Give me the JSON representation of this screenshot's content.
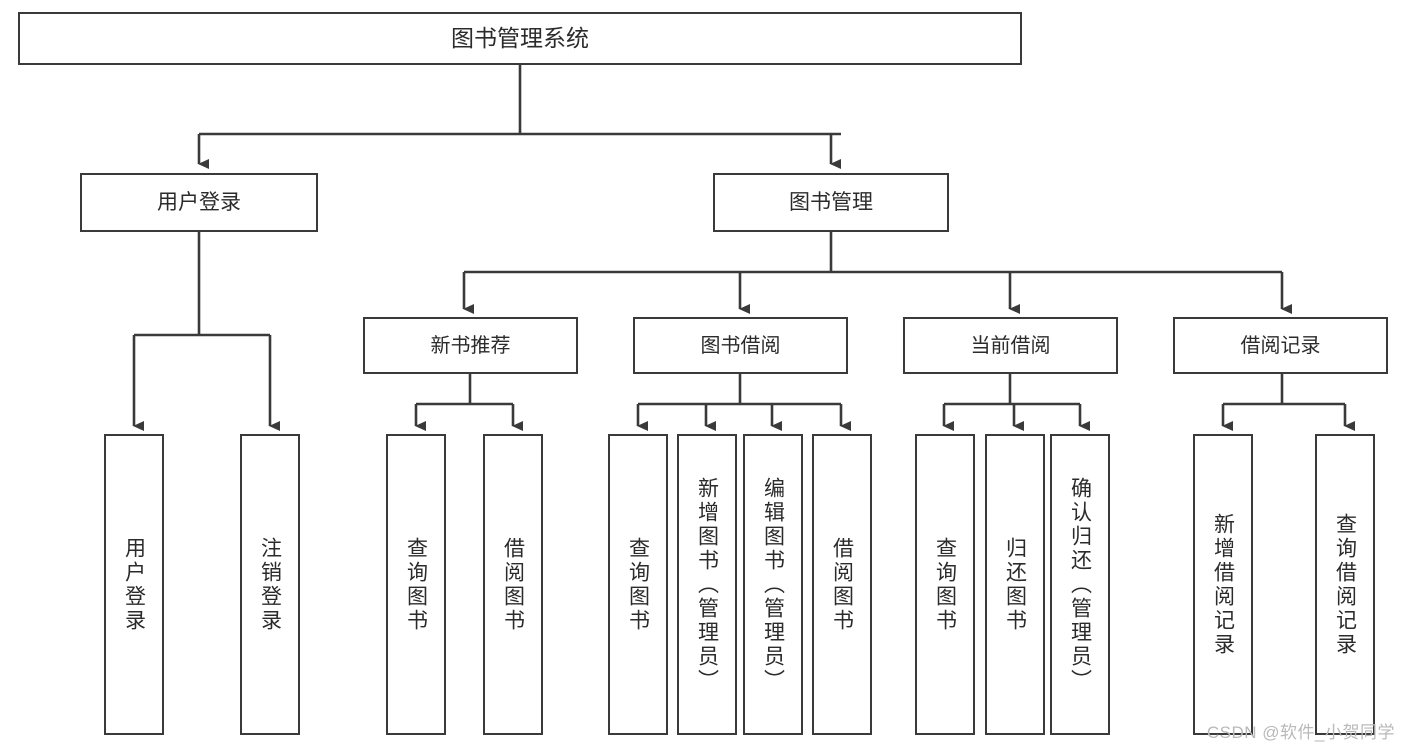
{
  "diagram": {
    "title": "图书管理系统",
    "type": "hierarchy-tree",
    "root": {
      "id": "root",
      "label": "图书管理系统"
    },
    "level1": [
      {
        "id": "user-login",
        "label": "用户登录"
      },
      {
        "id": "book-manage",
        "label": "图书管理"
      }
    ],
    "level2": [
      {
        "id": "new-book-recommend",
        "label": "新书推荐",
        "parent": "book-manage"
      },
      {
        "id": "book-borrow",
        "label": "图书借阅",
        "parent": "book-manage"
      },
      {
        "id": "current-borrow",
        "label": "当前借阅",
        "parent": "book-manage"
      },
      {
        "id": "borrow-record",
        "label": "借阅记录",
        "parent": "book-manage"
      }
    ],
    "leaves": [
      {
        "id": "leaf-user-login",
        "label": "用户登录",
        "parent": "user-login"
      },
      {
        "id": "leaf-logout",
        "label": "注销登录",
        "parent": "user-login"
      },
      {
        "id": "leaf-query-book-1",
        "label": "查询图书",
        "parent": "new-book-recommend"
      },
      {
        "id": "leaf-borrow-book-1",
        "label": "借阅图书",
        "parent": "new-book-recommend"
      },
      {
        "id": "leaf-query-book-2",
        "label": "查询图书",
        "parent": "book-borrow"
      },
      {
        "id": "leaf-add-book",
        "label": "新增图书（管理员）",
        "parent": "book-borrow"
      },
      {
        "id": "leaf-edit-book",
        "label": "编辑图书（管理员）",
        "parent": "book-borrow"
      },
      {
        "id": "leaf-borrow-book-2",
        "label": "借阅图书",
        "parent": "book-borrow"
      },
      {
        "id": "leaf-query-book-3",
        "label": "查询图书",
        "parent": "current-borrow"
      },
      {
        "id": "leaf-return-book",
        "label": "归还图书",
        "parent": "current-borrow"
      },
      {
        "id": "leaf-confirm-return",
        "label": "确认归还（管理员）",
        "parent": "current-borrow"
      },
      {
        "id": "leaf-add-record",
        "label": "新增借阅记录",
        "parent": "borrow-record"
      },
      {
        "id": "leaf-query-record",
        "label": "查询借阅记录",
        "parent": "borrow-record"
      }
    ],
    "colors": {
      "stroke": "#3a3a3a",
      "text": "#2b2b2b",
      "background": "#ffffff",
      "watermark": "#b9b9b9"
    }
  },
  "watermark": {
    "text": "CSDN @软件_小贺同学"
  }
}
